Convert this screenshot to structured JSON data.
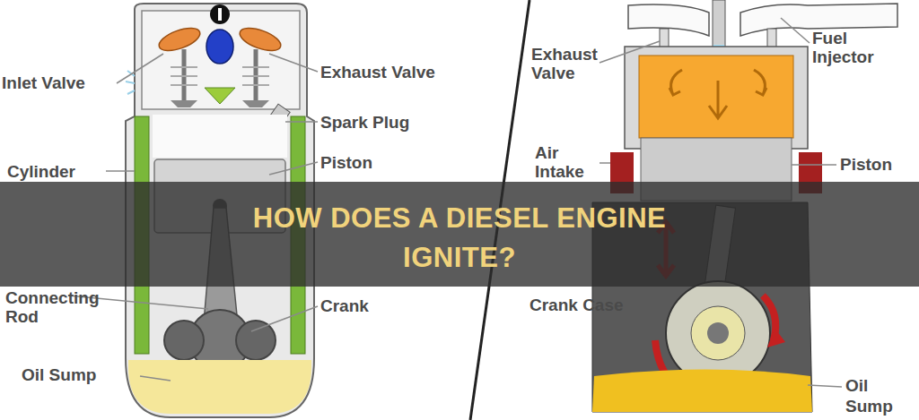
{
  "diagram": {
    "title": "HOW DOES A DIESEL ENGINE IGNITE?",
    "labels": [
      "Inlet Valve",
      "Exhaust Valve",
      "Spark Plug",
      "Cylinder",
      "Piston",
      "Connecting Rod",
      "Crank",
      "Oil Sump",
      "Exhaust Valve",
      "Fuel Injector",
      "Air Intake",
      "Piston",
      "Crank Case",
      "Oil",
      "Sump"
    ]
  }
}
